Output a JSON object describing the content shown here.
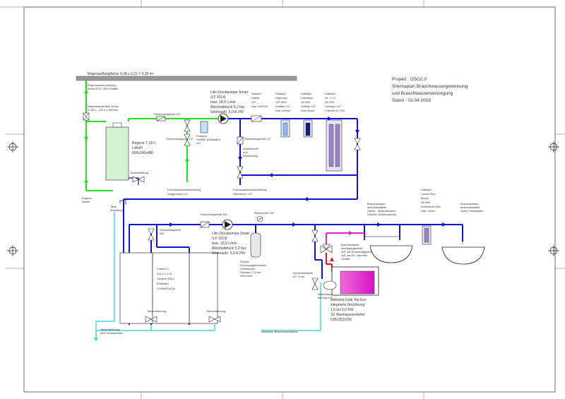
{
  "project": {
    "line1": "Projekt : OSO2.0",
    "line2": "Shemaplan Brauchwassergewinnung",
    "line3": "und Brauchwasserversorgung",
    "line4": "Stand : 03.04.2018"
  },
  "roof": {
    "label": "Regenauffangfläche  4,28 x 2,21 = 9,28 m²"
  },
  "rain_pipe": {
    "line1": "Regenwasserzuleitung",
    "line2": "50mm PVC 30% Gefälle"
  },
  "rain_filter": {
    "line1": "Regenwasserfilter 30mm",
    "line2": "0,180 L, 120 x 0,300mm"
  },
  "rain_tank": {
    "line1": "Regene T. 60 L",
    "line2": "LxBxH",
    "line3": "600x240x480"
  },
  "overflow1": {
    "label": "Tankentlüftung"
  },
  "rain_outlet": {
    "line1": "Regene",
    "line2": "Ablauf"
  },
  "check_valve_a": {
    "label": "Rückschlagventil 1/2\""
  },
  "check_valve_b": {
    "label": "Rückschlagventil 1/2\""
  },
  "pump_prefilter": {
    "line1": "Pumpen-",
    "line2": "Vorfilter (Edelstahl)",
    "line3": "1/2\""
  },
  "pump1": {
    "line1": "Lilie Druckpumpe Smart",
    "line2": "(LF 1014)",
    "line3": "max. 18,9 L/min",
    "line4": "Abschaltdruck 5,2 bar",
    "line5": "Stromaufn. 5,0 A 24V"
  },
  "meter": {
    "line1": "Wasser-",
    "line2": "Zähler",
    "line3": "1/2\"",
    "line4": "max 2400L/h"
  },
  "filter1": {
    "line1": "Katadyn",
    "line2": "High-flow",
    "line3": "100 000l",
    "line4": "Vorfilter 1/2\"",
    "line5": "max 10l/min"
  },
  "filter2": {
    "line1": "Katadyn",
    "line2": "Carbodyn",
    "line3": "16 000l",
    "line4": "Vorfilter 1/2\"",
    "line5": "max 6l/min"
  },
  "filter3": {
    "line1": "Katadyn",
    "line2": "Nr. ? x 2",
    "line3": "38 000l",
    "line4": "Ceradyn 1/2\"",
    "line5": "2,5l/min x2=7l/h"
  },
  "check_valve_c": {
    "label": "Rückschlagventil 1/2\""
  },
  "drain_valve": {
    "line1": "Abstellventil",
    "line2": "und",
    "line3": "Rückschlag"
  },
  "fill_left": {
    "line1": "Frischwassertankbefüllung",
    "line2": "Saugpumpe 1/2\""
  },
  "fill_right": {
    "line1": "Frischwassertankbefüllung",
    "line2": "Wasserzul. 1/2\""
  },
  "tank_vent": {
    "line1": "Tank-",
    "line2": "entlüftung"
  },
  "check_valve_d": {
    "label": "Rückschlagventil 3/8\""
  },
  "check_valve_e": {
    "label": "Rückschlagventil",
    "line2": "3/8\""
  },
  "manometer": {
    "label": "Manometer 3/8\""
  },
  "pump2": {
    "line1": "Lilie Druckpumpe Smart",
    "line2": "(LF 1014)",
    "line3": "max. 18,9 L/min",
    "line4": "Abschaltdruck 5,2 bar",
    "line5": "Stromaufn. 5,0 A 24V"
  },
  "accumulator": {
    "line1": "Shurflo",
    "line2": "Druckausgleichstank",
    "line3": "Vorfülldruck",
    "line4": "Volumen 1,3 bar",
    "line5": "250x190x"
  },
  "fresh_tank": {
    "line1": "Frische 3",
    "line2": "102 L x 3 St",
    "line3": "Gesamt 306 L",
    "line4": "Edelstahl",
    "line5": "1045x622x220"
  },
  "tank_drain1": {
    "label": "Tankentleerung"
  },
  "tank_drain2": {
    "label": "Tankentleerung"
  },
  "tank_drain3": {
    "line1": "Tankentleerung",
    "line2": "über Schwarztank"
  },
  "greywater_drain": {
    "label": "Abwasser Brauchwassertank"
  },
  "hot_check": {
    "line1": "Brauchwasser-",
    "line2": "durchgangsventil",
    "line3": "3/8\" mit Rückschlagventil",
    "line4": "3/8\" mit 60° internem",
    "line5": "Gefälle"
  },
  "safety_valve": {
    "line1": "Sicherheitsventil",
    "line2": "1/2\" 3 bar"
  },
  "heater_drain": {
    "line1": "Warmwasserent-",
    "line2": "leerung 1/2\""
  },
  "heater": {
    "line1": "Webasto Dual Top Evo",
    "line2": "integrierte Heizlösung",
    "line3": "1,5 bis 6,0 KW",
    "line4": "11l Warmwasserboiler",
    "line5": "538x352x256"
  },
  "tap1": {
    "line1": "Brauchwasser-",
    "line2": "anschlussstelle",
    "line3": "(Spüle , Waschbecken,",
    "line4": "Dusche, Außendusche)"
  },
  "filter4": {
    "line1": "Katadyn",
    "line2": "Combi Plus",
    "line3": "Modul",
    "line4": "38 000l",
    "line5": "Kohlefacht 400l",
    "line6": "max. 1l/min"
  },
  "tap2": {
    "line1": "Brauchwasser-",
    "line2": "anschlussstelle",
    "line3": "Spüle Trinkwasser"
  },
  "colors": {
    "cold_water": "#0b14d6",
    "rain_water": "#1de11d",
    "hot_water": "#e6131f",
    "mixed_water": "#e51ec9",
    "drain": "#40d6dd",
    "roof": "#9a9a9a"
  }
}
